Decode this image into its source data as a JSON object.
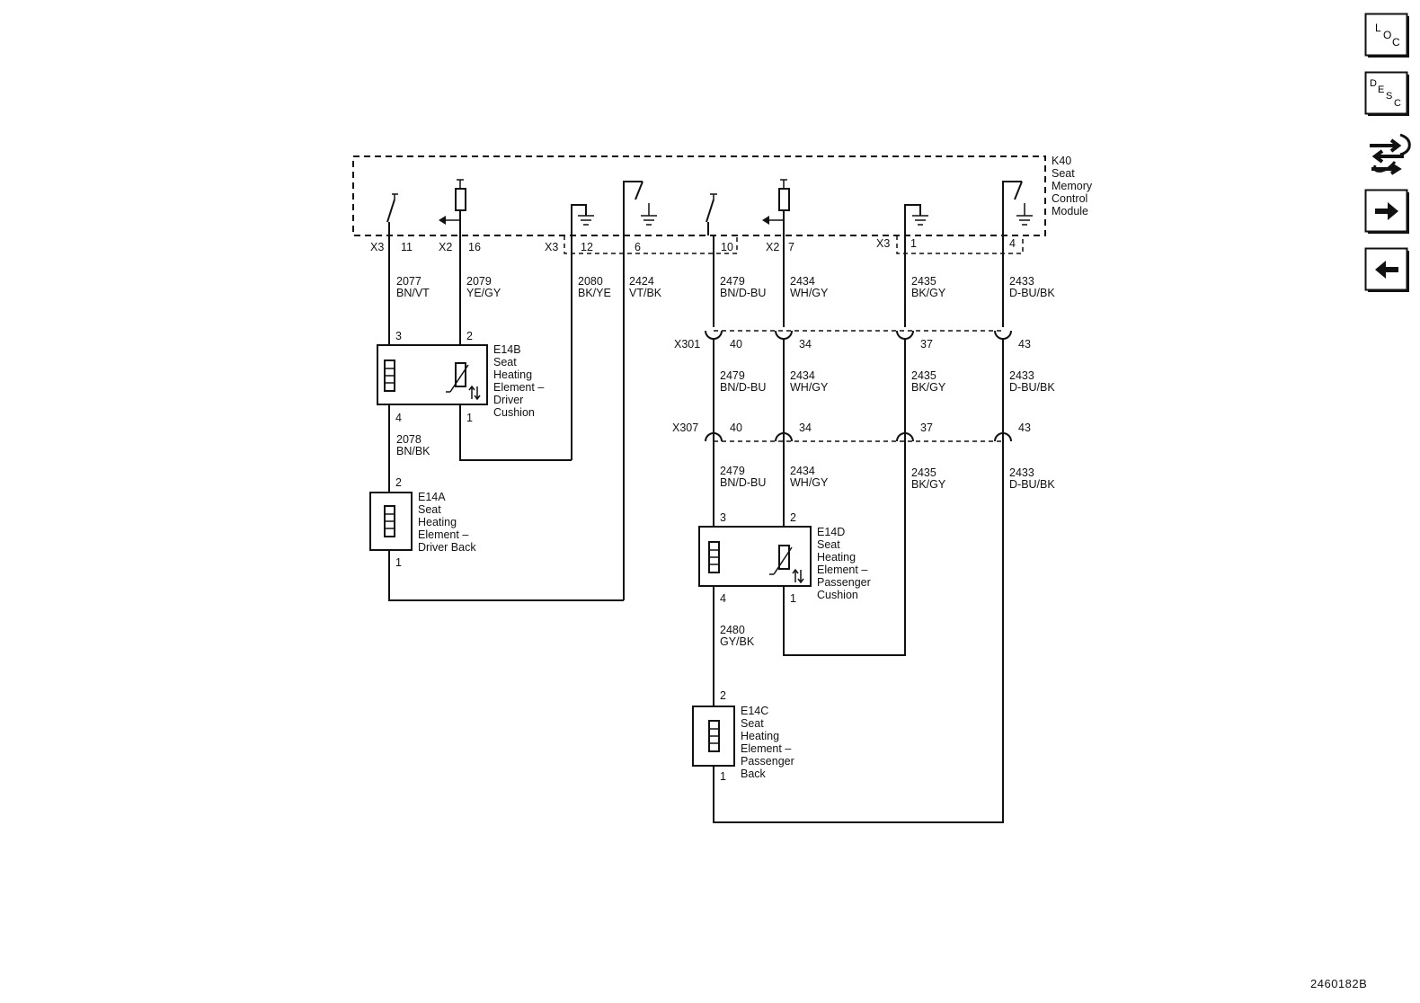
{
  "module": {
    "ref": "K40",
    "name_lines": [
      "Seat",
      "Memory",
      "Control",
      "Module"
    ]
  },
  "connectors": {
    "x3": "X3",
    "x2": "X2",
    "x301": "X301",
    "x307": "X307",
    "pins": {
      "p11": "11",
      "p16": "16",
      "p12": "12",
      "p6": "6",
      "p10": "10",
      "p7": "7",
      "p1": "1",
      "p4": "4"
    }
  },
  "wires": {
    "w2077": {
      "circuit": "2077",
      "color": "BN/VT"
    },
    "w2079": {
      "circuit": "2079",
      "color": "YE/GY"
    },
    "w2080": {
      "circuit": "2080",
      "color": "BK/YE"
    },
    "w2424": {
      "circuit": "2424",
      "color": "VT/BK"
    },
    "w2479": {
      "circuit": "2479",
      "color": "BN/D-BU"
    },
    "w2434": {
      "circuit": "2434",
      "color": "WH/GY"
    },
    "w2435": {
      "circuit": "2435",
      "color": "BK/GY"
    },
    "w2433": {
      "circuit": "2433",
      "color": "D-BU/BK"
    },
    "w2078": {
      "circuit": "2078",
      "color": "BN/BK"
    },
    "w2480": {
      "circuit": "2480",
      "color": "GY/BK"
    }
  },
  "inline_pins": {
    "a": "40",
    "b": "34",
    "c": "37",
    "d": "43"
  },
  "components": {
    "e14b": {
      "ref": "E14B",
      "lines": [
        "Seat",
        "Heating",
        "Element –",
        "Driver",
        "Cushion"
      ],
      "pin_top_left": "3",
      "pin_top_right": "2",
      "pin_bot_left": "4",
      "pin_bot_right": "1"
    },
    "e14a": {
      "ref": "E14A",
      "lines": [
        "Seat",
        "Heating",
        "Element –",
        "Driver Back"
      ],
      "pin_top": "2",
      "pin_bot": "1"
    },
    "e14d": {
      "ref": "E14D",
      "lines": [
        "Seat",
        "Heating",
        "Element –",
        "Passenger",
        "Cushion"
      ],
      "pin_top_left": "3",
      "pin_top_right": "2",
      "pin_bot_left": "4",
      "pin_bot_right": "1"
    },
    "e14c": {
      "ref": "E14C",
      "lines": [
        "Seat",
        "Heating",
        "Element –",
        "Passenger",
        "Back"
      ],
      "pin_top": "2",
      "pin_bot": "1"
    }
  },
  "nav": {
    "loc": [
      "L",
      "O",
      "C"
    ],
    "desc": [
      "D",
      "E",
      "S",
      "C"
    ],
    "icons": [
      "schematic-link-icon",
      "arrow-right-icon",
      "arrow-left-icon"
    ]
  },
  "doc_id": "2460182B"
}
